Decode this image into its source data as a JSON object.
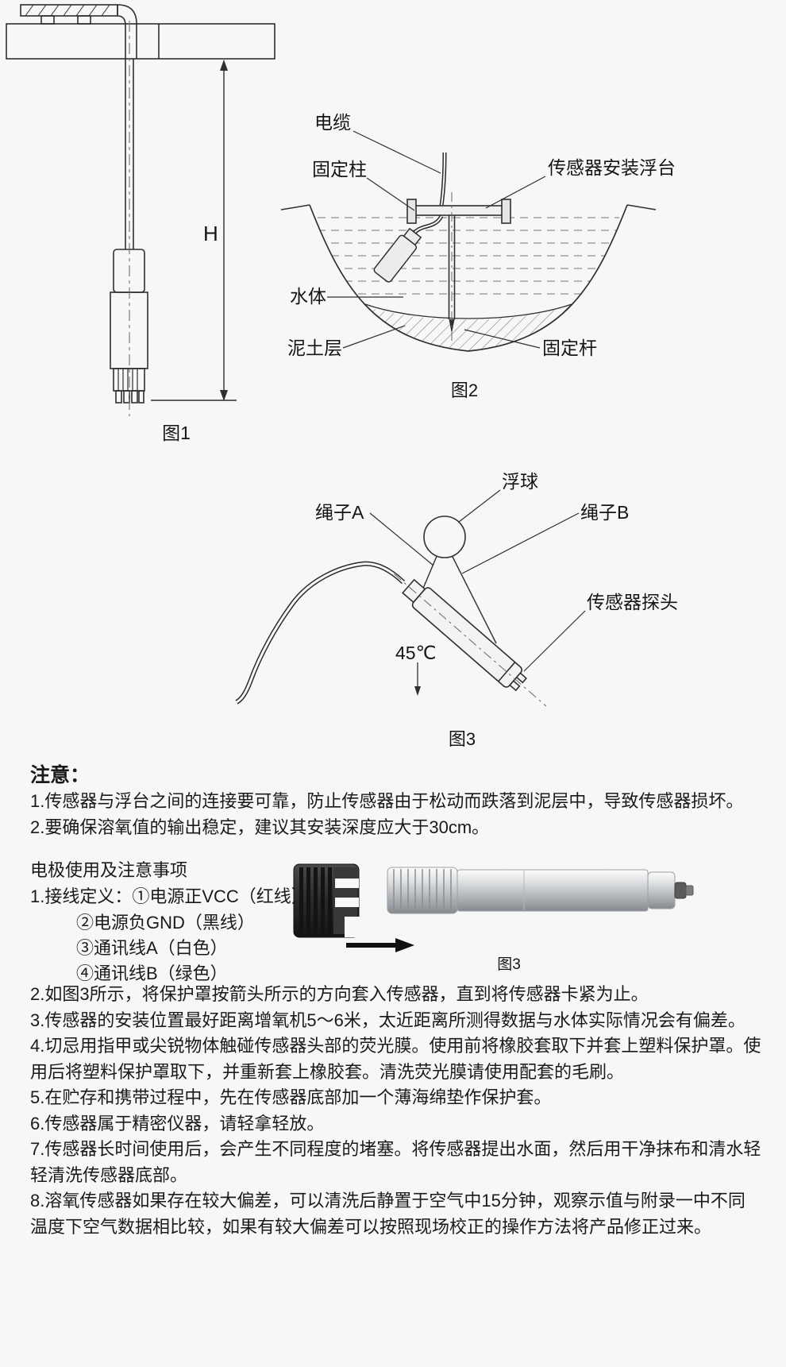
{
  "fig1": {
    "h_label": "H",
    "caption": "图1"
  },
  "fig2": {
    "caption": "图2",
    "labels": {
      "cable": "电缆",
      "fixing_post": "固定柱",
      "float_platform": "传感器安装浮台",
      "water": "水体",
      "mud_layer": "泥土层",
      "fixing_rod": "固定杆"
    }
  },
  "fig3": {
    "caption": "图3",
    "labels": {
      "float_ball": "浮球",
      "rope_a": "绳子A",
      "rope_b": "绳子B",
      "sensor_probe": "传感器探头",
      "angle": "45℃"
    }
  },
  "notice": {
    "title": "注意：",
    "items": [
      "1.传感器与浮台之间的连接要可靠，防止传感器由于松动而跌落到泥层中，导致传感器损坏。",
      "2.要确保溶氧值的输出稳定，建议其安装深度应大于30cm。"
    ]
  },
  "electrode": {
    "title": "电极使用及注意事项",
    "wiring": [
      "1.接线定义：①电源正VCC（红线）",
      "②电源负GND（黑线）",
      "③通讯线A（白色）",
      "④通讯线B（绿色）"
    ],
    "fig_caption": "图3",
    "items": [
      "2.如图3所示，将保护罩按箭头所示的方向套入传感器，直到将传感器卡紧为止。",
      "3.传感器的安装位置最好距离增氧机5～6米，太近距离所测得数据与水体实际情况会有偏差。",
      "4.切忌用指甲或尖锐物体触碰传感器头部的荧光膜。使用前将橡胶套取下并套上塑料保护罩。使用后将塑料保护罩取下，并重新套上橡胶套。清洗荧光膜请使用配套的毛刷。",
      "5.在贮存和携带过程中，先在传感器底部加一个薄海绵垫作保护套。",
      "6.传感器属于精密仪器，请轻拿轻放。",
      "7.传感器长时间使用后，会产生不同程度的堵塞。将传感器提出水面，然后用干净抹布和清水轻轻清洗传感器底部。",
      "8.溶氧传感器如果存在较大偏差，可以清洗后静置于空气中15分钟，观察示值与附录一中不同温度下空气数据相比较，如果有较大偏差可以按照现场校正的操作方法将产品修正过来。"
    ]
  }
}
